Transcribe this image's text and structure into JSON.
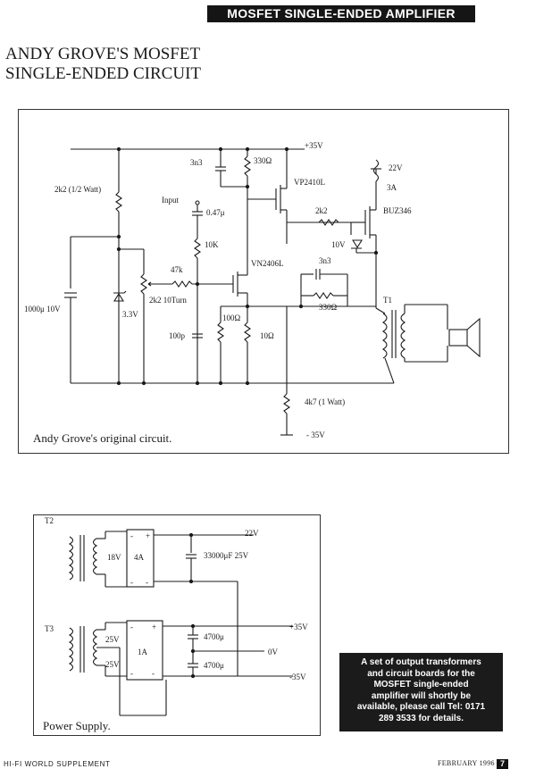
{
  "header": {
    "section_title": "MOSFET SINGLE-ENDED AMPLIFIER"
  },
  "article": {
    "title_line1": "ANDY GROVE'S MOSFET",
    "title_line2": "SINGLE-ENDED CIRCUIT"
  },
  "circuit": {
    "caption": "Andy Grove's original circuit.",
    "labels": {
      "supply_pos": "+35V",
      "supply_neg": "- 35V",
      "cap_3n3_top": "3n3",
      "res_330_top": "330Ω",
      "vp2410l": "VP2410L",
      "v22": "22V",
      "fuse_3a": "3A",
      "buz346": "BUZ346",
      "res_2k2_gate": "2k2",
      "zener_10v": "10V",
      "res_2k2_half_watt": "2k2 (1/2 Watt)",
      "input": "Input",
      "cap_047": "0.47μ",
      "res_10k": "10K",
      "res_47k": "47k",
      "vn2406l": "VN2406L",
      "cap_3n3_fb": "3n3",
      "res_330_fb": "330Ω",
      "t1": "T1",
      "pot_2k2": "2k2 10Turn",
      "cap_1000u": "1000μ 10V",
      "zener_33v": "3.3V",
      "res_100": "100Ω",
      "cap_100p": "100p",
      "res_10": "10Ω",
      "res_4k7": "4k7 (1 Watt)"
    }
  },
  "power_supply": {
    "caption": "Power Supply.",
    "labels": {
      "t2": "T2",
      "v18": "18V",
      "a4": "4A",
      "v22": "22V",
      "cap_33000": "33000μF 25V",
      "t3": "T3",
      "v25a": "25V",
      "v25b": "25V",
      "a1": "1A",
      "cap_4700a": "4700μ",
      "cap_4700b": "4700μ",
      "pos35": "+35V",
      "ov": "0V",
      "neg35": "-35V",
      "plus": "+",
      "minus": "-"
    }
  },
  "notice": {
    "line1": "A set of output transformers",
    "line2": "and circuit boards for the",
    "line3": "MOSFET single-ended",
    "line4": "amplifier will shortly be",
    "line5": "available, please call Tel: 0171",
    "line6": "289 3533 for details."
  },
  "footer": {
    "left": "HI-FI WORLD SUPPLEMENT",
    "right": "FEBRUARY 1996",
    "page": "7"
  }
}
